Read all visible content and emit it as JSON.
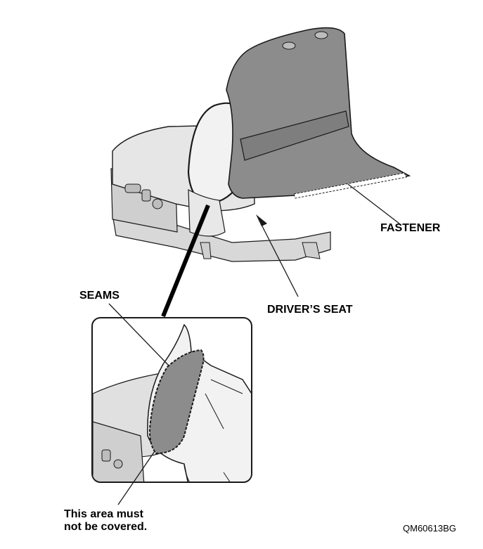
{
  "labels": {
    "fastener": "FASTENER",
    "drivers_seat": "DRIVER’S SEAT",
    "seams": "SEAMS",
    "note_line1": "This area must",
    "note_line2": "not be covered."
  },
  "figure_code": "QM60613BG",
  "colors": {
    "cover_gray": "#8c8c8c",
    "seat_light": "#e4e4e4",
    "seat_mid": "#c8c8c8",
    "outline": "#1a1a1a"
  }
}
